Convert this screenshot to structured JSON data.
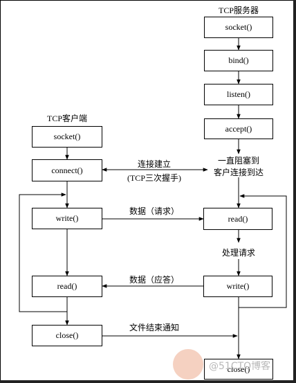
{
  "server": {
    "title": "TCP服务器",
    "socket": "socket()",
    "bind": "bind()",
    "listen": "listen()",
    "accept": "accept()",
    "block_line1": "一直阻塞到",
    "block_line2": "客户连接到达",
    "read": "read()",
    "process": "处理请求",
    "write": "write()",
    "close": "close()"
  },
  "client": {
    "title": "TCP客户端",
    "socket": "socket()",
    "connect": "connect()",
    "write": "write()",
    "read": "read()",
    "close": "close()"
  },
  "links": {
    "establish_line1": "连接建立",
    "establish_line2": "(TCP三次握手)",
    "data_request": "数据（请求）",
    "data_response": "数据（应答）",
    "eof_notify": "文件结束通知"
  },
  "watermark": {
    "text": "@51CTO博客"
  }
}
